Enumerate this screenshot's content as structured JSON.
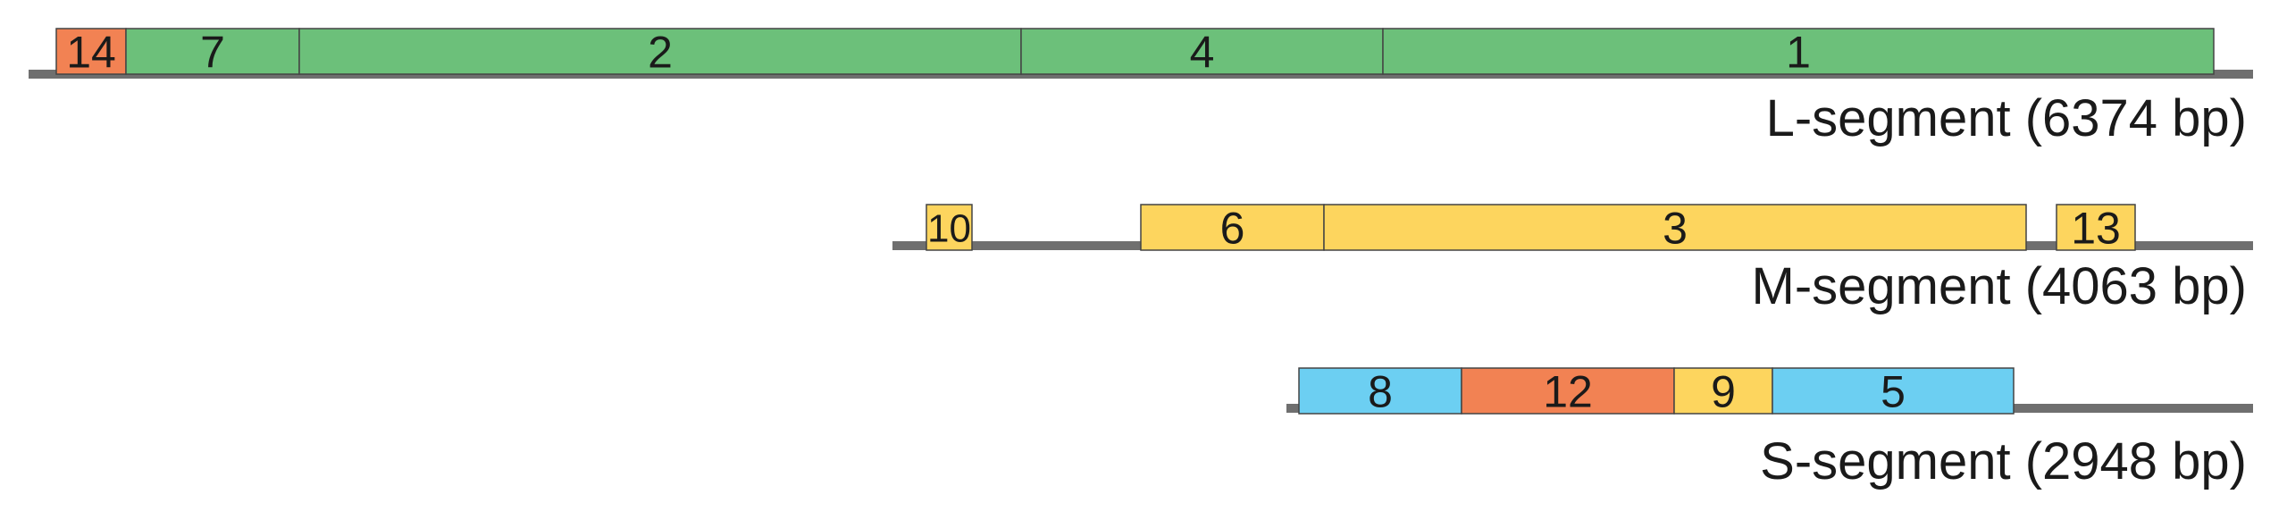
{
  "colors": {
    "green": "#6cc07a",
    "orange": "#f28253",
    "yellow": "#fdd55e",
    "blue": "#6ccff2",
    "backbone": "#6f6f6f",
    "stroke": "#444444"
  },
  "segments": [
    {
      "name": "L-segment (6374 bp)",
      "genes": [
        {
          "label": "14",
          "color": "orange"
        },
        {
          "label": "7",
          "color": "green"
        },
        {
          "label": "2",
          "color": "green"
        },
        {
          "label": "4",
          "color": "green"
        },
        {
          "label": "1",
          "color": "green"
        }
      ]
    },
    {
      "name": "M-segment (4063 bp)",
      "genes": [
        {
          "label": "10",
          "color": "yellow"
        },
        {
          "label": "6",
          "color": "yellow"
        },
        {
          "label": "3",
          "color": "yellow"
        },
        {
          "label": "13",
          "color": "yellow"
        }
      ]
    },
    {
      "name": "S-segment (2948 bp)",
      "genes": [
        {
          "label": "8",
          "color": "blue"
        },
        {
          "label": "12",
          "color": "orange"
        },
        {
          "label": "9",
          "color": "yellow"
        },
        {
          "label": "5",
          "color": "blue"
        }
      ]
    }
  ]
}
